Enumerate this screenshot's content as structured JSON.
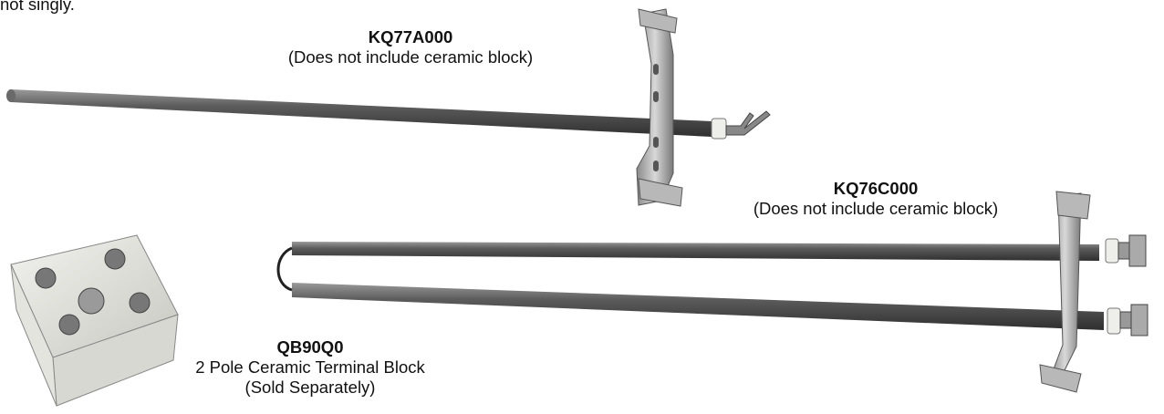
{
  "intro_text": "not singly.",
  "products": [
    {
      "part_number": "KQ77A000",
      "note": "(Does not include ceramic block)"
    },
    {
      "part_number": "KQ76C000",
      "note": "(Does not include ceramic block)"
    },
    {
      "part_number": "QB90Q0",
      "description": "2 Pole Ceramic Terminal Block",
      "note": "(Sold Separately)"
    }
  ]
}
